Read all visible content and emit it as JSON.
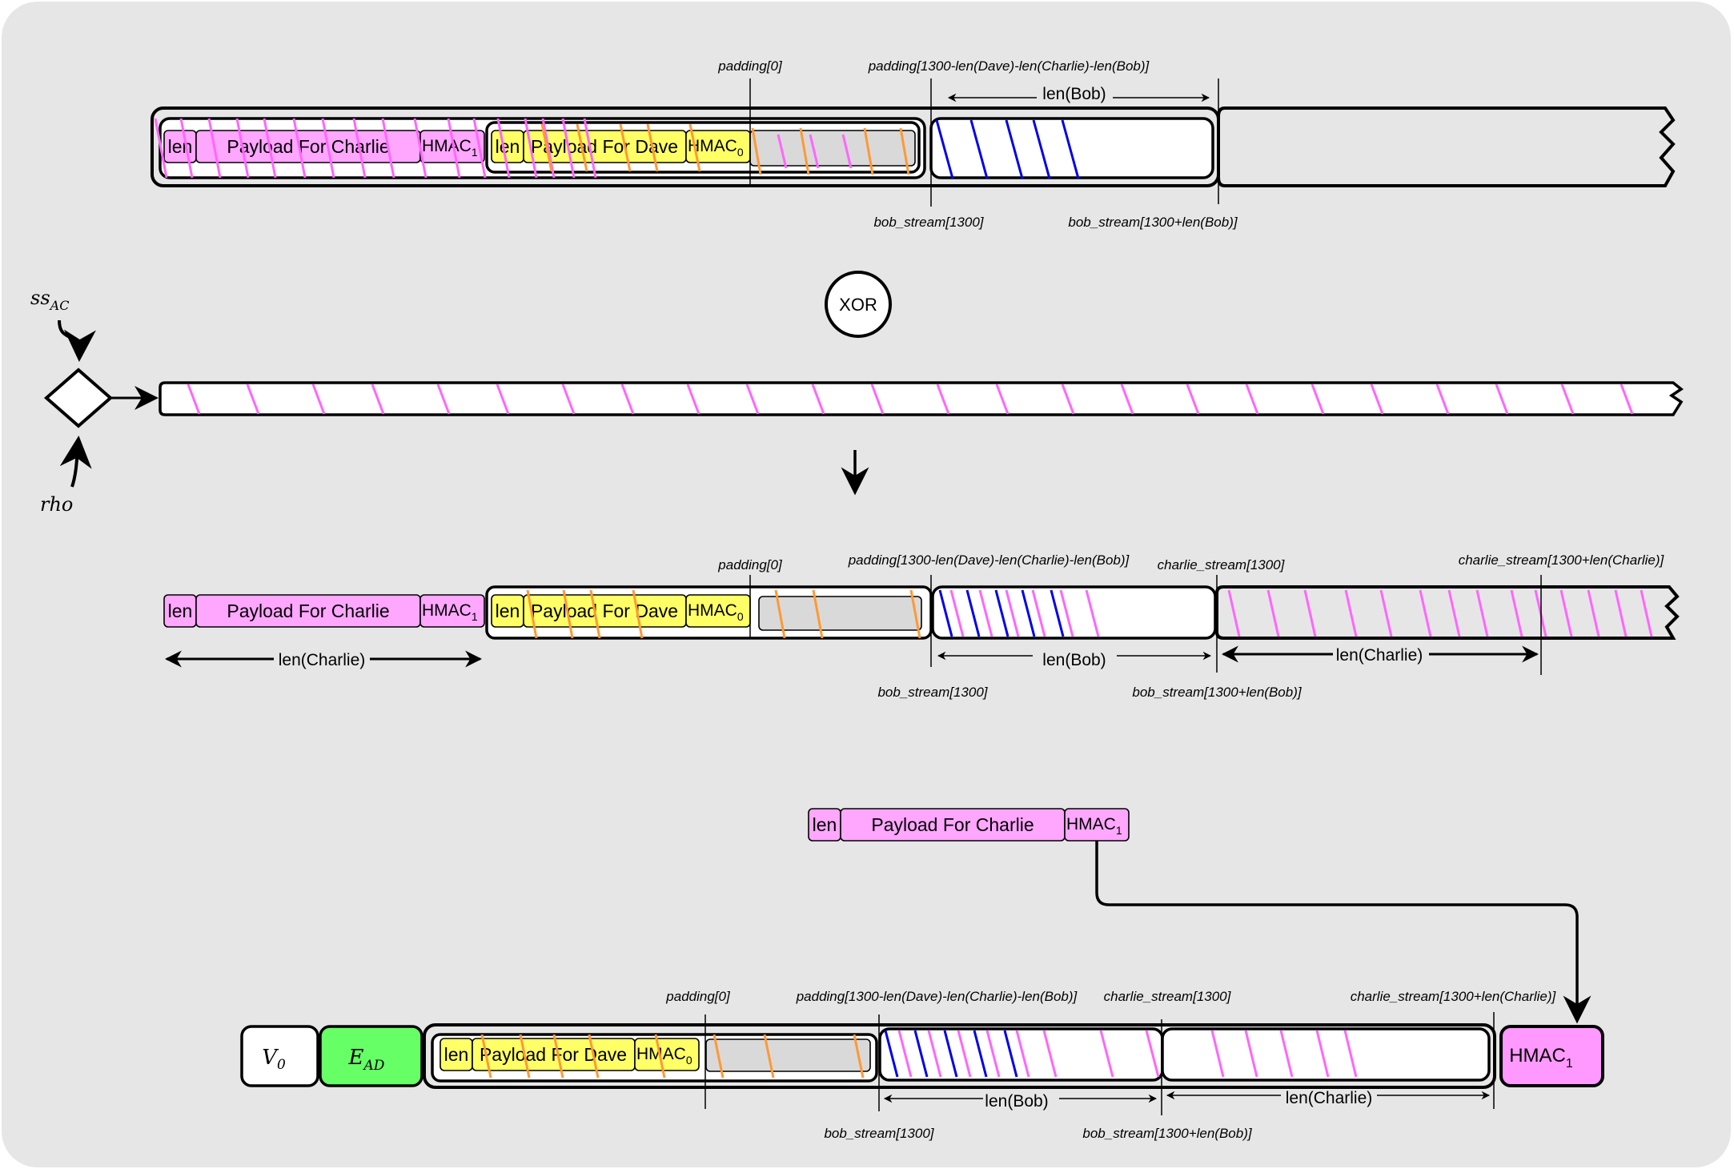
{
  "colors": {
    "background": "#e6e6e6",
    "charlie_field": "#ffa6ff",
    "dave_field": "#ffff66",
    "padding_field": "#d9d9d9",
    "ead_field": "#66ff66",
    "hmac_out": "#ff99ff",
    "stream_charlie": "#ff66ff",
    "stream_dave": "#ff9933",
    "stream_bob": "#0000ee"
  },
  "inputs": {
    "shared_secret": "ss",
    "shared_secret_sub": "AC",
    "key_type": "rho"
  },
  "operator": {
    "label": "XOR"
  },
  "fields": {
    "len": "len",
    "payload_charlie": "Payload For Charlie",
    "payload_dave": "Payload For Dave",
    "hmac": "HMAC",
    "hmac1_sub": "1",
    "hmac0_sub": "0",
    "version": "V",
    "version_sub": "0",
    "eph_key": "E",
    "eph_key_sub": "AD"
  },
  "markers": {
    "padding_start": "padding[0]",
    "padding_end": "padding[1300-len(Dave)-len(Charlie)-len(Bob)]",
    "bob_stream_start": "bob_stream[1300]",
    "bob_stream_end": "bob_stream[1300+len(Bob)]",
    "charlie_stream_start": "charlie_stream[1300]",
    "charlie_stream_end": "charlie_stream[1300+len(Charlie)]"
  },
  "spans": {
    "len_bob": "len(Bob)",
    "len_charlie": "len(Charlie)"
  }
}
